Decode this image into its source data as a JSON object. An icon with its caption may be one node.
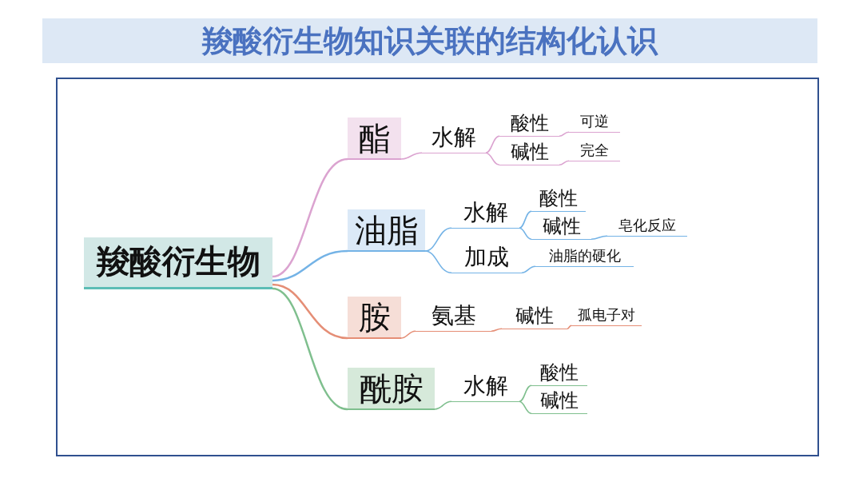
{
  "diagram": {
    "title": "羧酸衍生物知识关联的结构化认识",
    "nodes": [
      {
        "text": [
          "羧酸衍生物"
        ]
      },
      {
        "text": [
          "酯"
        ]
      },
      {
        "text": [
          "水解"
        ]
      },
      {
        "text": [
          "酸性"
        ]
      },
      {
        "text": [
          "可逆"
        ]
      },
      {
        "text": [
          "碱性"
        ]
      },
      {
        "text": [
          "完全"
        ]
      },
      {
        "text": [
          "油脂"
        ]
      },
      {
        "text": [
          "水解"
        ]
      },
      {
        "text": [
          "酸性"
        ]
      },
      {
        "text": [
          "碱性"
        ]
      },
      {
        "text": [
          "皂化反应"
        ]
      },
      {
        "text": [
          "加成"
        ]
      },
      {
        "text": [
          "油脂的硬化"
        ]
      },
      {
        "text": [
          "胺"
        ]
      },
      {
        "text": [
          "氨基"
        ]
      },
      {
        "text": [
          "碱性"
        ]
      },
      {
        "text": [
          "孤电子对"
        ]
      },
      {
        "text": [
          "酰胺"
        ]
      },
      {
        "text": [
          "水解"
        ]
      },
      {
        "text": [
          "酸性"
        ]
      },
      {
        "text": [
          "碱性"
        ]
      }
    ],
    "edges": [
      {
        "from": 0,
        "to": 1,
        "arrow": "none",
        "color": "#dba3d0"
      },
      {
        "from": 1,
        "to": 2,
        "arrow": "none",
        "color": "#dba3d0"
      },
      {
        "from": 2,
        "to": 3,
        "arrow": "none",
        "color": "#dba3d0"
      },
      {
        "from": 3,
        "to": 4,
        "arrow": "none",
        "color": "#dba3d0"
      },
      {
        "from": 2,
        "to": 5,
        "arrow": "none",
        "color": "#dba3d0"
      },
      {
        "from": 5,
        "to": 6,
        "arrow": "none",
        "color": "#dba3d0"
      },
      {
        "from": 0,
        "to": 7,
        "arrow": "none",
        "color": "#74b3e6"
      },
      {
        "from": 7,
        "to": 8,
        "arrow": "none",
        "color": "#74b3e6"
      },
      {
        "from": 8,
        "to": 9,
        "arrow": "none",
        "color": "#74b3e6"
      },
      {
        "from": 8,
        "to": 10,
        "arrow": "none",
        "color": "#74b3e6"
      },
      {
        "from": 10,
        "to": 11,
        "arrow": "none",
        "color": "#74b3e6"
      },
      {
        "from": 7,
        "to": 12,
        "arrow": "none",
        "color": "#74b3e6"
      },
      {
        "from": 12,
        "to": 13,
        "arrow": "none",
        "color": "#74b3e6"
      },
      {
        "from": 0,
        "to": 14,
        "arrow": "none",
        "color": "#e58e76"
      },
      {
        "from": 14,
        "to": 15,
        "arrow": "none",
        "color": "#e58e76"
      },
      {
        "from": 15,
        "to": 16,
        "arrow": "none",
        "color": "#e58e76"
      },
      {
        "from": 16,
        "to": 17,
        "arrow": "none",
        "color": "#e58e76"
      },
      {
        "from": 0,
        "to": 18,
        "arrow": "none",
        "color": "#7fbf8e"
      },
      {
        "from": 18,
        "to": 19,
        "arrow": "none",
        "color": "#7fbf8e"
      },
      {
        "from": 19,
        "to": 20,
        "arrow": "none",
        "color": "#7fbf8e"
      },
      {
        "from": 19,
        "to": 21,
        "arrow": "none",
        "color": "#7fbf8e"
      }
    ]
  }
}
